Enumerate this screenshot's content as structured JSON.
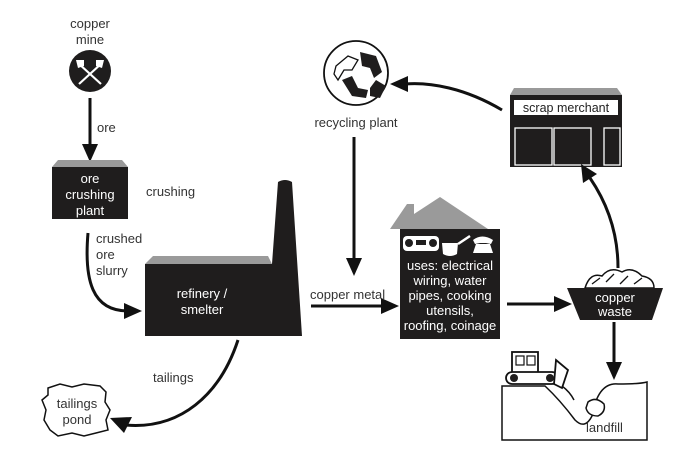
{
  "diagram": {
    "title": "Copper life cycle",
    "nodes": {
      "copper_mine": {
        "label_lines": [
          "copper",
          "mine"
        ],
        "icon": "crossed-shovels-icon"
      },
      "ore_crushing_plant": {
        "label_lines": [
          "ore",
          "crushing",
          "plant"
        ]
      },
      "refinery": {
        "label_lines": [
          "refinery /",
          "smelter"
        ]
      },
      "tailings_pond": {
        "label_lines": [
          "tailings",
          "pond"
        ]
      },
      "recycling_plant": {
        "label": "recycling plant",
        "icon": "recycling-icon"
      },
      "scrap_merchant": {
        "label": "scrap merchant"
      },
      "uses_house": {
        "label_lines": [
          "uses: electrical",
          "wiring, water",
          "pipes, cooking",
          "utensils,",
          "roofing, coinage"
        ],
        "icons": [
          "radio-icon",
          "saucepan-icon",
          "telephone-icon"
        ]
      },
      "copper_waste": {
        "label_lines": [
          "copper",
          "waste"
        ]
      },
      "landfill": {
        "label": "landfill",
        "icon": "bulldozer-icon"
      }
    },
    "edges": {
      "ore": {
        "from": "copper mine",
        "to": "ore crushing plant",
        "label": "ore"
      },
      "crushing": {
        "label": "crushing"
      },
      "slurry": {
        "from": "ore crushing plant",
        "to": "refinery / smelter",
        "label_lines": [
          "crushed",
          "ore",
          "slurry"
        ]
      },
      "tailings": {
        "from": "refinery / smelter",
        "to": "tailings pond",
        "label": "tailings"
      },
      "copper_metal": {
        "from": "refinery / smelter",
        "to": "uses",
        "label": "copper metal"
      },
      "recycled": {
        "from": "recycling plant",
        "to": "copper metal line",
        "label": ""
      },
      "to_waste": {
        "from": "uses",
        "to": "copper waste",
        "label": ""
      },
      "to_scrap": {
        "from": "copper waste",
        "to": "scrap merchant",
        "label": ""
      },
      "to_recycling": {
        "from": "scrap merchant",
        "to": "recycling plant",
        "label": ""
      },
      "to_landfill": {
        "from": "copper waste",
        "to": "landfill",
        "label": ""
      }
    },
    "colors": {
      "dark": "#1f1d1d",
      "roof": "#9a9a9a",
      "text": "#333333"
    }
  }
}
